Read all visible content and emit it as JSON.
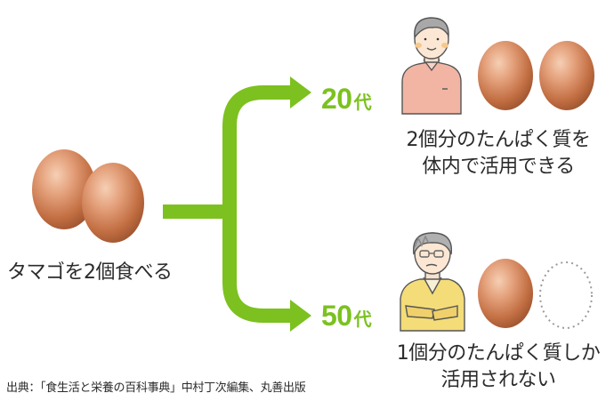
{
  "left": {
    "label": "タマゴを2個食べる"
  },
  "branches": [
    {
      "age_number": "20",
      "age_suffix": "代",
      "result_line1": "2個分のたんぱく質を",
      "result_line2": "体内で活用できる"
    },
    {
      "age_number": "50",
      "age_suffix": "代",
      "result_line1": "1個分のたんぱく質しか",
      "result_line2": "活用されない"
    }
  ],
  "source": "出典：「食生活と栄養の百科事典」中村丁次編集、丸善出版",
  "colors": {
    "arrow": "#7cc11f",
    "egg": "#c9754a",
    "accent_text": "#7cc11f"
  },
  "icons": [
    "egg-icon",
    "young-man-icon",
    "older-man-icon",
    "missing-egg-icon",
    "arrow-icon"
  ]
}
